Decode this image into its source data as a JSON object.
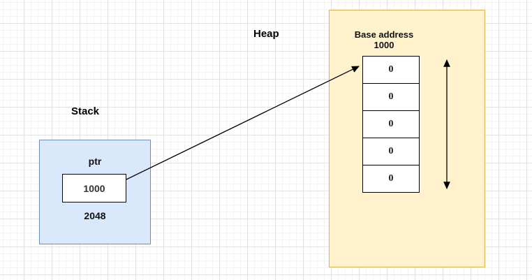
{
  "diagram": {
    "labels": {
      "heap": "Heap",
      "stack": "Stack"
    },
    "heap": {
      "title_line1": "Base address",
      "title_line2": "1000",
      "cells": [
        "0",
        "0",
        "0",
        "0",
        "0"
      ],
      "fill_color": "#fff2cc",
      "border_color": "#d6b656"
    },
    "stack": {
      "pointer_label": "ptr",
      "pointer_value": "1000",
      "address_label": "2048",
      "fill_color": "#dae8fc",
      "border_color": "#6c8ebf"
    },
    "colors": {
      "canvas_background": "#ffffff",
      "grid_minor": "#f4f2f3",
      "grid_major": "#e4e4e6",
      "cell_fill": "#ffffff",
      "stroke": "#000000",
      "text": "#111111"
    }
  }
}
